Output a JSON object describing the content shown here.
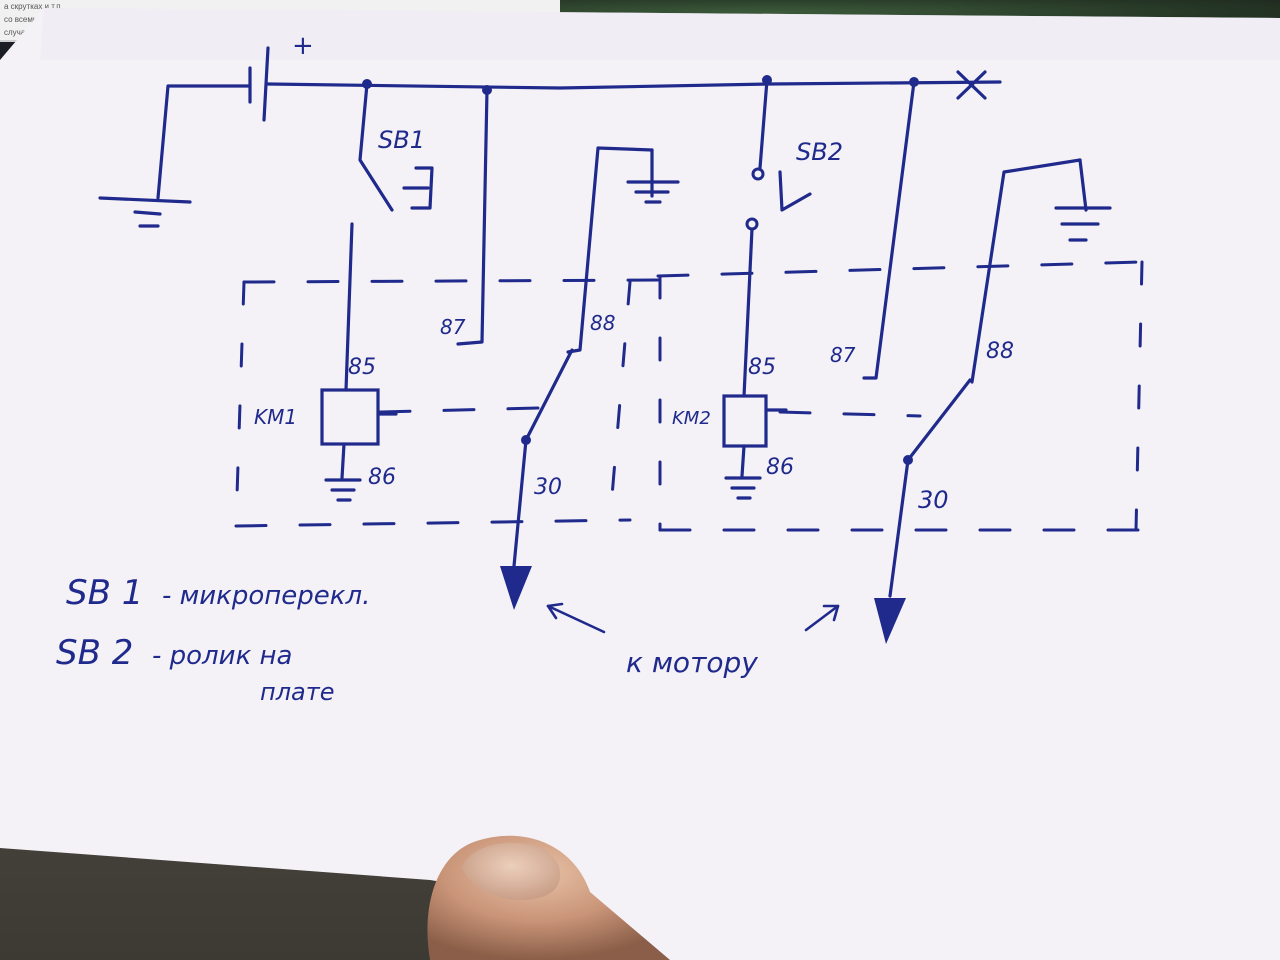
{
  "diagram": {
    "labels": {
      "plus": "+",
      "sb1": "SB1",
      "sb2": "SB2",
      "km1": "KM1",
      "km2": "KM2",
      "km1_85": "85",
      "km1_86": "86",
      "km1_87": "87",
      "km1_88": "88",
      "km1_30": "30",
      "km2_85": "85",
      "km2_86": "86",
      "km2_87": "87",
      "km2_88": "88",
      "km2_30": "30"
    },
    "legend": {
      "sb1_key": "SB 1",
      "sb1_desc": "- микроперекл.",
      "sb2_key": "SB 2",
      "sb2_desc_line1": "- ролик на",
      "sb2_desc_line2": "плате"
    },
    "motor_note": "к мотору"
  },
  "background": {
    "monitor_text": "а скрутках и т.п.\nсо всеми вы\nслучае-ме\nдками (ван"
  },
  "colors": {
    "ink": "#1f2a8c",
    "paper": "#f4f2f7"
  }
}
